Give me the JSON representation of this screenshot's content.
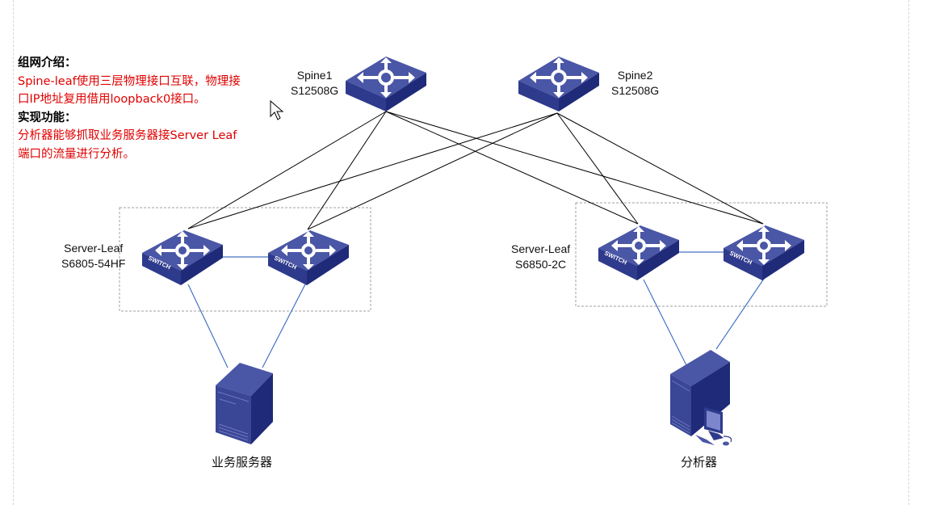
{
  "notes": {
    "heading1": "组网介绍：",
    "text1_line1": "Spine-leaf使用三层物理接口互联，物理接",
    "text1_line2": "口IP地址复用借用loopback0接口。",
    "heading2": "实现功能：",
    "text2_line1": "分析器能够抓取业务服务器接Server Leaf",
    "text2_line2": "端口的流量进行分析。"
  },
  "nodes": {
    "spine1": {
      "name": "Spine1",
      "model": "S12508G",
      "icon": "core-switch-icon"
    },
    "spine2": {
      "name": "Spine2",
      "model": "S12508G",
      "icon": "core-switch-icon"
    },
    "leaf_group_left": {
      "name": "Server-Leaf",
      "model": "S6805-54HF"
    },
    "leaf_group_right": {
      "name": "Server-Leaf",
      "model": "S6850-2C"
    },
    "leaf1": {
      "badge": "SWITCH",
      "icon": "switch-icon"
    },
    "leaf2": {
      "badge": "SWITCH",
      "icon": "switch-icon"
    },
    "leaf3": {
      "badge": "SWITCH",
      "icon": "switch-icon"
    },
    "leaf4": {
      "badge": "SWITCH",
      "icon": "switch-icon"
    },
    "server": {
      "label": "业务服务器",
      "icon": "server-tower-icon"
    },
    "analyzer": {
      "label": "分析器",
      "icon": "workstation-icon"
    }
  },
  "links": {
    "spine_leaf": [
      [
        "spine1",
        "leaf1"
      ],
      [
        "spine1",
        "leaf2"
      ],
      [
        "spine1",
        "leaf3"
      ],
      [
        "spine1",
        "leaf4"
      ],
      [
        "spine2",
        "leaf1"
      ],
      [
        "spine2",
        "leaf2"
      ],
      [
        "spine2",
        "leaf3"
      ],
      [
        "spine2",
        "leaf4"
      ]
    ],
    "leaf_peer": [
      [
        "leaf1",
        "leaf2"
      ],
      [
        "leaf3",
        "leaf4"
      ]
    ],
    "access": [
      [
        "leaf1",
        "server"
      ],
      [
        "leaf2",
        "server"
      ],
      [
        "leaf3",
        "analyzer"
      ],
      [
        "leaf4",
        "analyzer"
      ]
    ]
  },
  "colors": {
    "device_top": "#4a56a6",
    "device_side_dark": "#1f2a78",
    "device_side_mid": "#2e3a8c",
    "spine_link": "#000000",
    "access_link": "#4472c4",
    "note_red": "#e00000",
    "group_border": "#a0a0a0"
  }
}
